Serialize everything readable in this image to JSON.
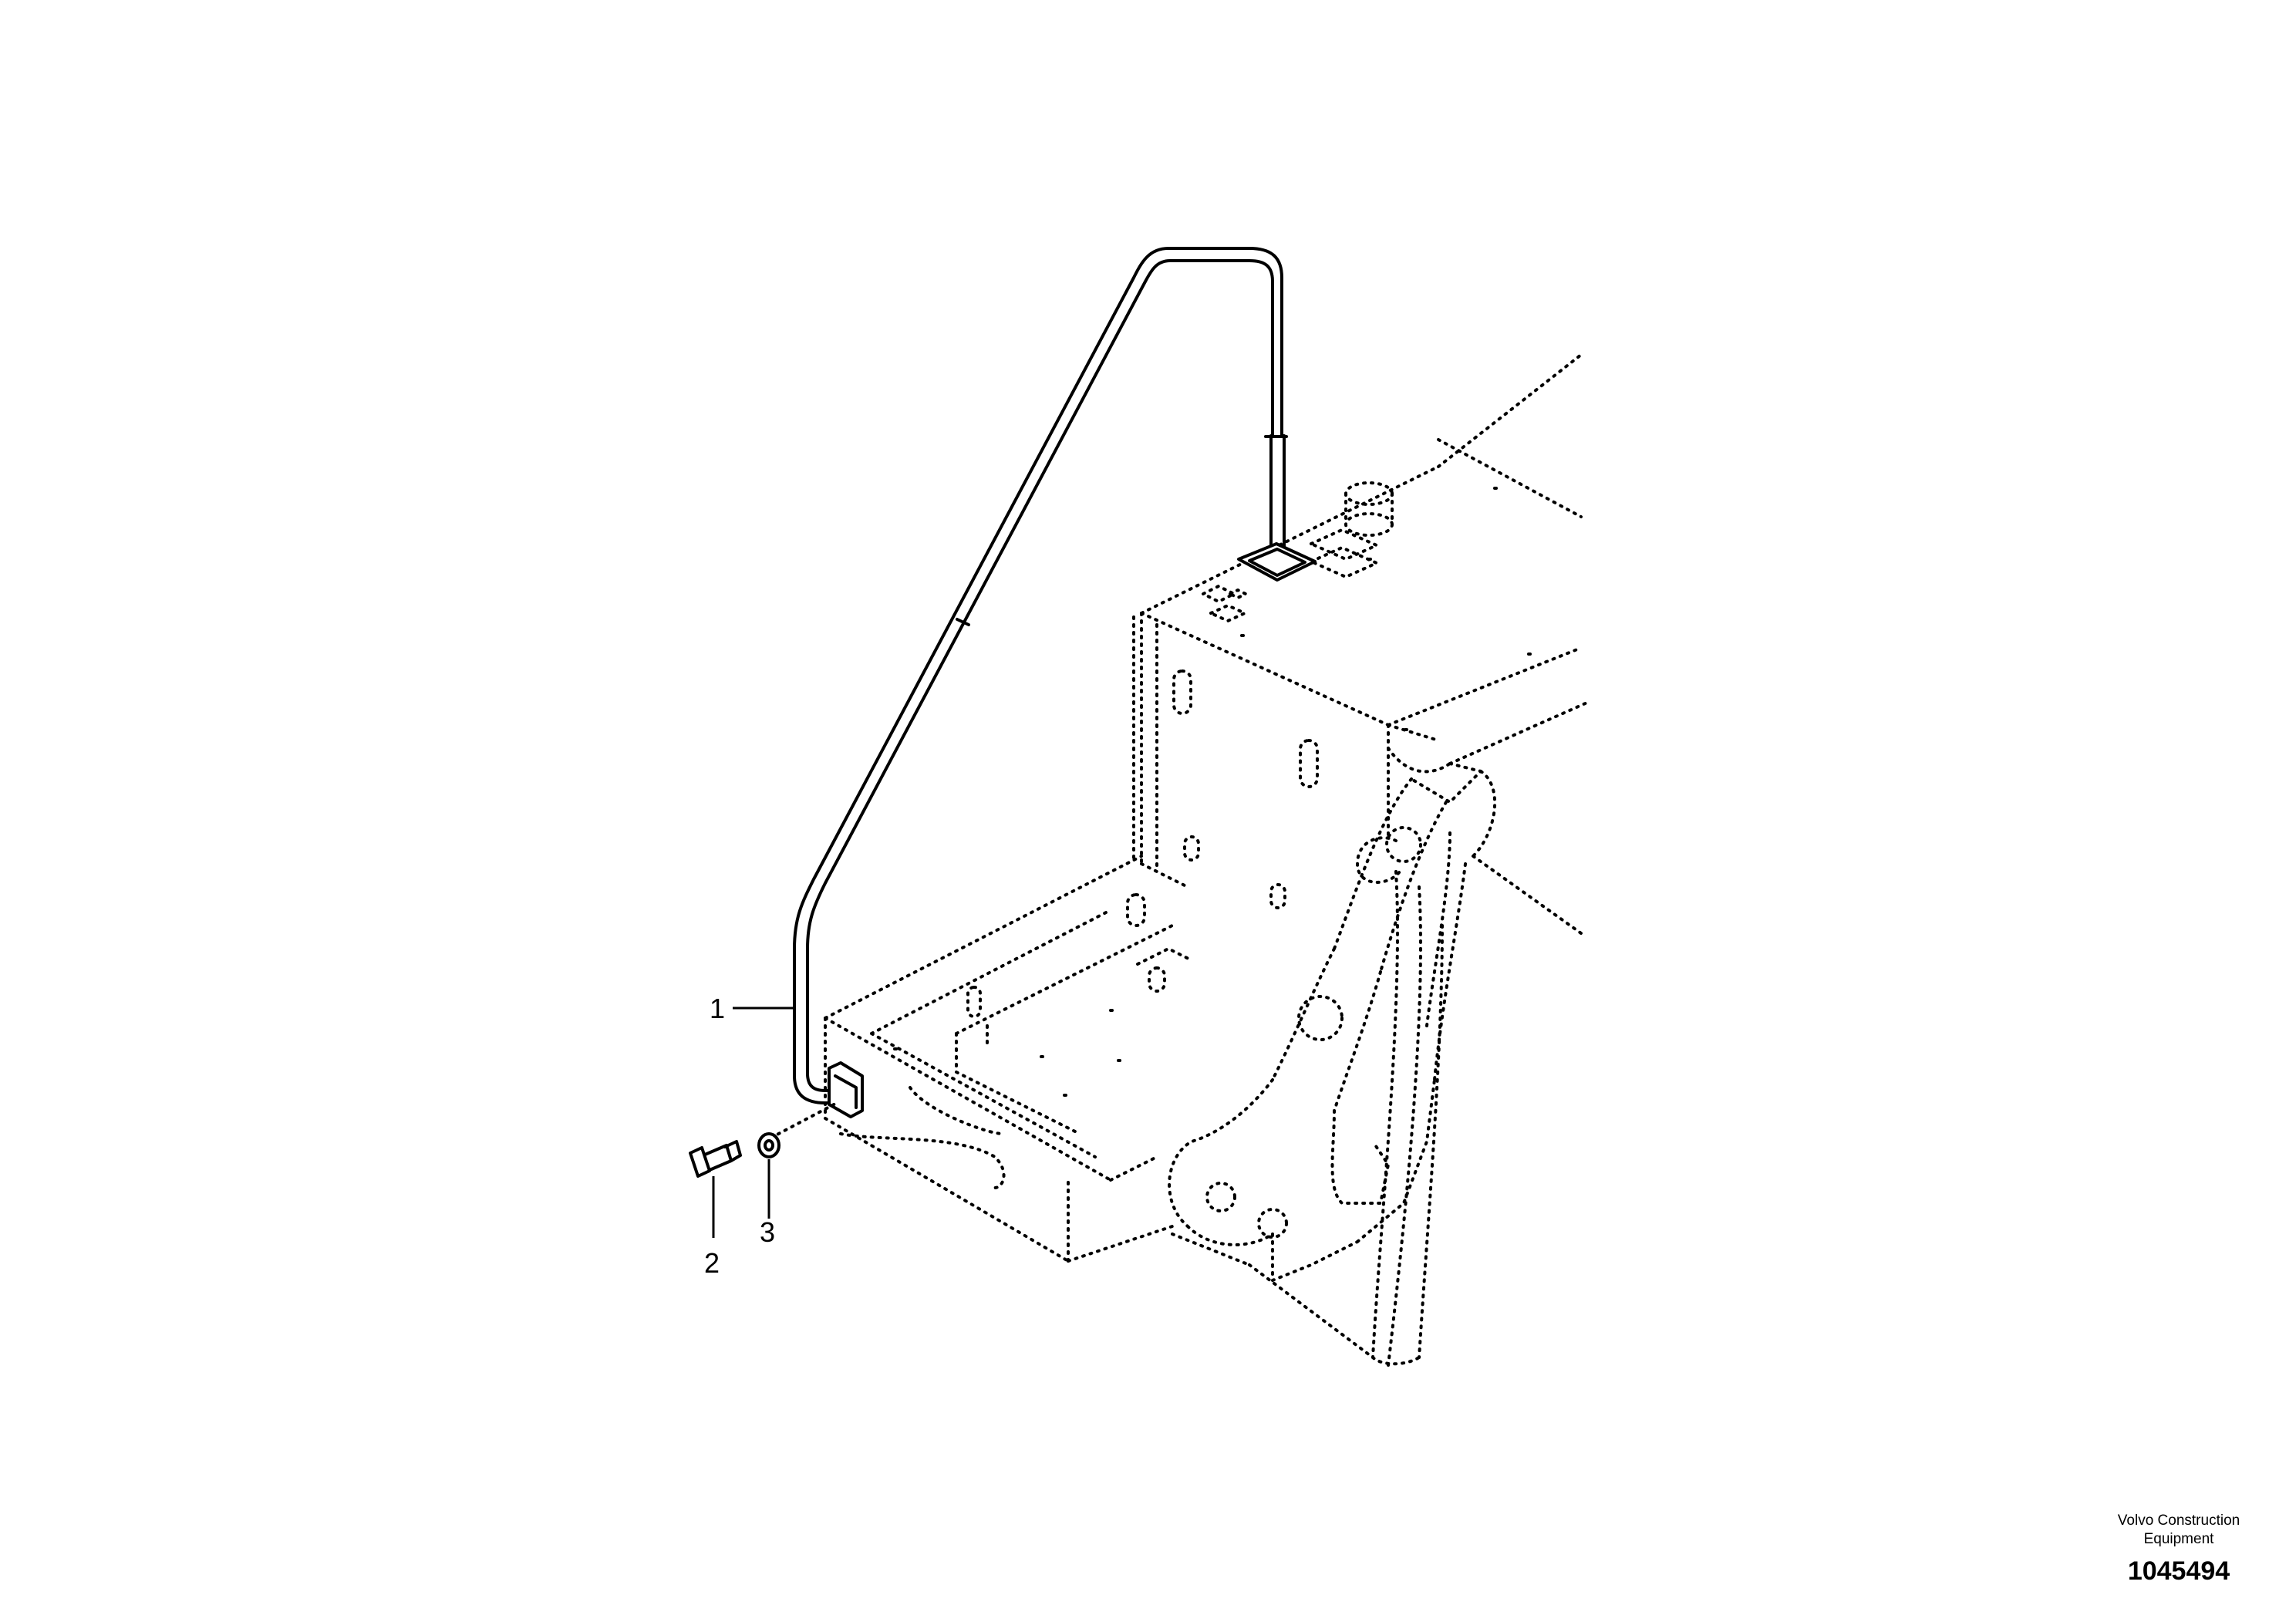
{
  "diagram": {
    "callouts": [
      {
        "number": "1"
      },
      {
        "number": "2"
      },
      {
        "number": "3"
      }
    ]
  },
  "footer": {
    "maker_line1": "Volvo Construction",
    "maker_line2": "Equipment",
    "figure_number": "1045494"
  }
}
